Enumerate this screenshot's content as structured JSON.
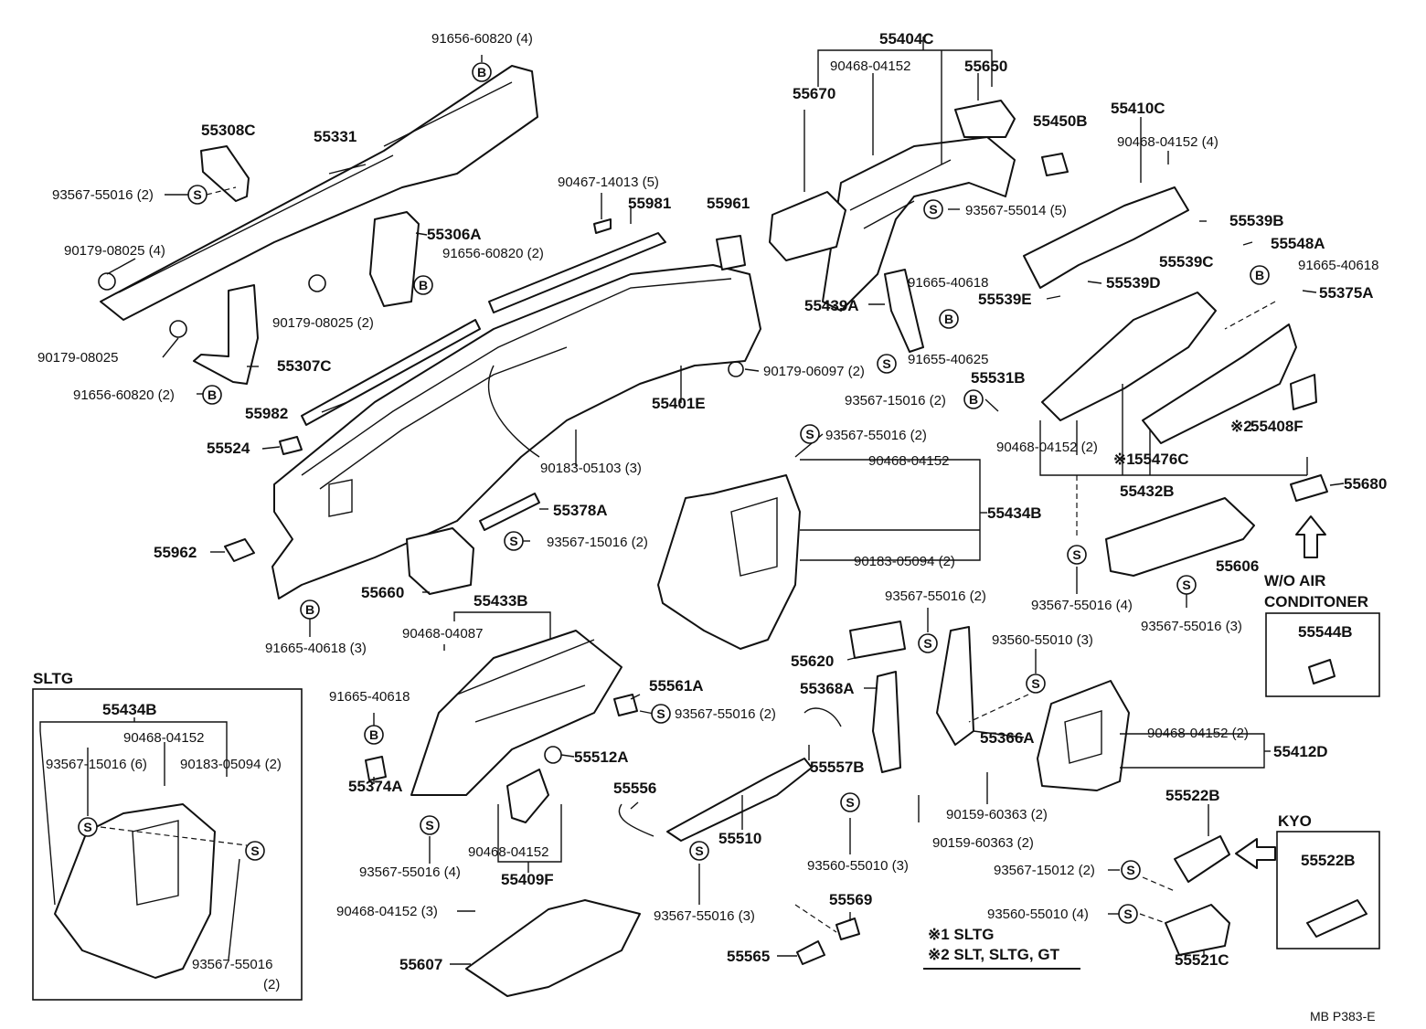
{
  "labels": {
    "p91656_60820_4": "91656-60820 (4)",
    "p55308C": "55308C",
    "p55331": "55331",
    "p93567_55016_2a": "93567-55016 (2)",
    "p90179_08025_4": "90179-08025 (4)",
    "p55306A": "55306A",
    "p91656_60820_2a": "91656-60820 (2)",
    "p90179_08025_2": "90179-08025 (2)",
    "p90179_08025": "90179-08025",
    "p55307C": "55307C",
    "p91656_60820_2b": "91656-60820 (2)",
    "p55982": "55982",
    "p55524": "55524",
    "p55962": "55962",
    "p91665_40618_3": "91665-40618 (3)",
    "p90467_14013_5": "90467-14013 (5)",
    "p55981": "55981",
    "p55961": "55961",
    "p90179_06097_2": "90179-06097 (2)",
    "p55401E": "55401E",
    "p90183_05103_3": "90183-05103 (3)",
    "p55378A": "55378A",
    "p93567_15016_2a": "93567-15016 (2)",
    "p55660": "55660",
    "p55404C": "55404C",
    "p90468_04152_a": "90468-04152",
    "p55650": "55650",
    "p55670": "55670",
    "p55450B": "55450B",
    "p55410C": "55410C",
    "p90468_04152_4": "90468-04152 (4)",
    "p93567_55014_5": "93567-55014 (5)",
    "p55539B": "55539B",
    "p55548A": "55548A",
    "p55539C": "55539C",
    "p91665_40618_a": "91665-40618",
    "p55375A": "55375A",
    "p55539D": "55539D",
    "p55539E": "55539E",
    "p91665_40618_b": "91665-40618",
    "p55439A": "55439A",
    "p91655_40625": "91655-40625",
    "p55531B": "55531B",
    "p93567_15016_2b": "93567-15016 (2)",
    "p90468_04152_2a": "90468-04152 (2)",
    "p55476C": "55476C",
    "p55408F": "55408F",
    "p55432B": "55432B",
    "p55680": "55680",
    "p93567_55016_2b": "93567-55016 (2)",
    "p90468_04152_b": "90468-04152",
    "p55434B": "55434B",
    "p90183_05094_2": "90183-05094 (2)",
    "p55606": "55606",
    "p93567_55016_4a": "93567-55016 (4)",
    "p93567_55016_3a": "93567-55016 (3)",
    "p93567_55016_2c": "93567-55016 (2)",
    "p55620": "55620",
    "p55368A": "55368A",
    "p93560_55010_3a": "93560-55010 (3)",
    "p55366A": "55366A",
    "p90468_04152_2b": "90468-04152 (2)",
    "p55412D": "55412D",
    "p90159_60363_2a": "90159-60363 (2)",
    "p90159_60363_2b": "90159-60363 (2)",
    "p93560_55010_3b": "93560-55010 (3)",
    "p55433B": "55433B",
    "p90468_04087": "90468-04087",
    "p55561A": "55561A",
    "p93567_55016_2d": "93567-55016 (2)",
    "p55512A": "55512A",
    "p91665_40618_c": "91665-40618",
    "p55374A": "55374A",
    "p93567_55016_4b": "93567-55016 (4)",
    "p90468_04152_c": "90468-04152",
    "p55409F": "55409F",
    "p55557B": "55557B",
    "p55556": "55556",
    "p55510": "55510",
    "p93567_55016_3b": "93567-55016 (3)",
    "p90468_04152_3": "90468-04152 (3)",
    "p55607": "55607",
    "p55569": "55569",
    "p55565": "55565",
    "p55522B_a": "55522B",
    "p93567_15012_2": "93567-15012 (2)",
    "p93560_55010_4": "93560-55010 (4)",
    "p55521C": "55521C",
    "p55544B": "55544B",
    "p55522B_b": "55522B",
    "sltg_55434B": "55434B",
    "sltg_90468_04152": "90468-04152",
    "sltg_93567_15016_6": "93567-15016 (6)",
    "sltg_90183_05094_2": "90183-05094 (2)",
    "sltg_93567_55016": "93567-55016",
    "sltg_2": "(2)"
  },
  "boxes": {
    "sltg_title": "SLTG",
    "kyo_title": "KYO",
    "wo_air_line1": "W/O AIR",
    "wo_air_line2": "CONDITONER"
  },
  "symbols": {
    "s": "S",
    "b": "B",
    "note1_mark": "※1",
    "note2_mark": "※2"
  },
  "footnotes": {
    "note1": "※1 SLTG",
    "note2": "※2 SLT, SLTG, GT"
  },
  "reference": "MB  P383-E"
}
